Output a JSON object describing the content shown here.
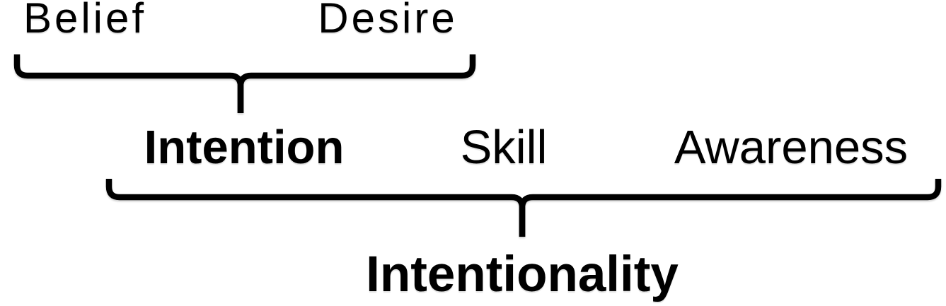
{
  "colors": {
    "background": "#ffffff",
    "ink": "#000000"
  },
  "rows": {
    "top": {
      "belief": "Belief",
      "desire": "Desire"
    },
    "middle": {
      "intention": "Intention",
      "skill": "Skill",
      "awareness": "Awareness"
    },
    "bottom": {
      "intentionality": "Intentionality"
    }
  },
  "braces": {
    "upper": {
      "groups": [
        "Belief",
        "Desire"
      ],
      "points_to": "Intention"
    },
    "lower": {
      "groups": [
        "Intention",
        "Skill",
        "Awareness"
      ],
      "points_to": "Intentionality"
    }
  }
}
